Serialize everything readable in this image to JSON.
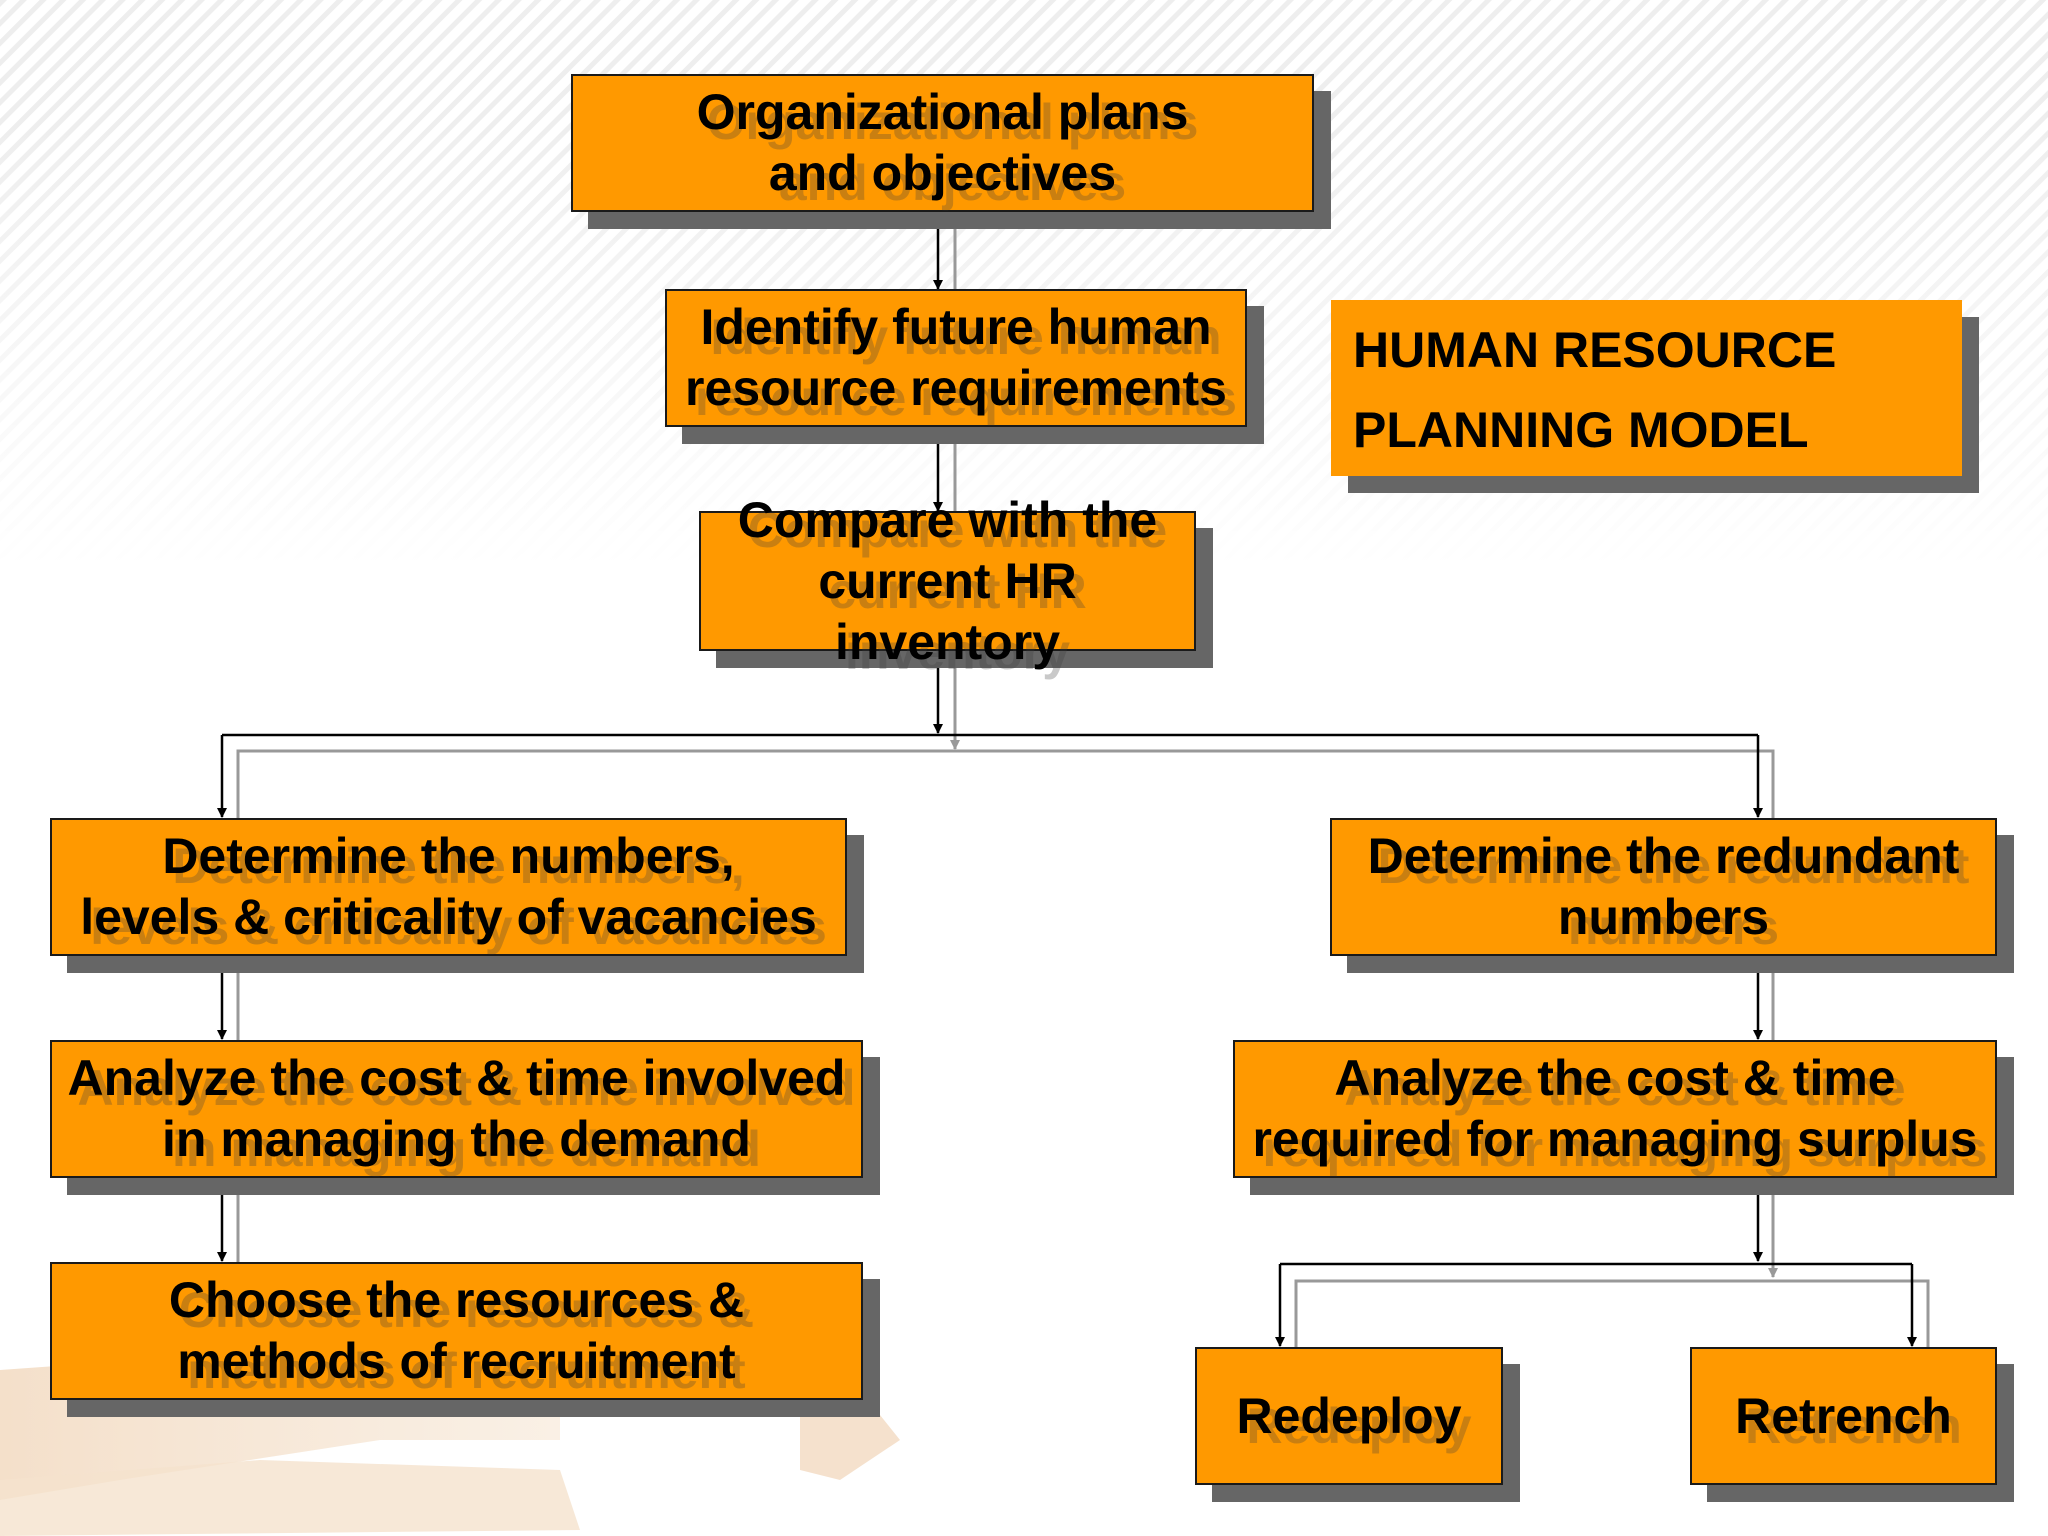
{
  "colors": {
    "box_fill": "#FF9900",
    "box_border": "#1a1a1a",
    "shadow": "#666666",
    "connector": "#000000",
    "connector_shadow": "#999999",
    "background_stripes": "#eeeeee",
    "decor_arrow": "#f1d9c1"
  },
  "title": {
    "line1": "HUMAN RESOURCE",
    "line2": "PLANNING MODEL"
  },
  "nodes": {
    "org_plans": "Organizational plans\nand objectives",
    "identify_requirements": "Identify future human\nresource requirements",
    "compare_inventory": "Compare with the\ncurrent HR inventory",
    "determine_vacancies": "Determine the numbers,\nlevels & criticality of vacancies",
    "analyze_demand": "Analyze the cost & time involved\nin managing the demand",
    "choose_recruitment": "Choose the resources &\nmethods of recruitment",
    "determine_redundant": "Determine the redundant\nnumbers",
    "analyze_surplus": "Analyze the cost & time\nrequired for managing surplus",
    "redeploy": "Redeploy",
    "retrench": "Retrench"
  }
}
